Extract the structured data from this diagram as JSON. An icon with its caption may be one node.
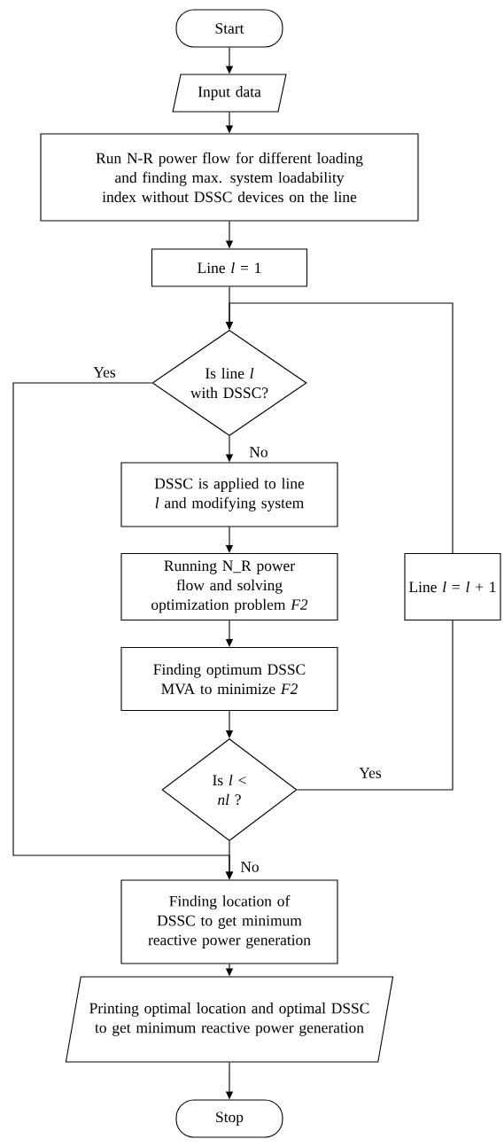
{
  "diagram": {
    "nodes": [
      {
        "text": [
          "Start"
        ]
      },
      {
        "text": [
          "Input data"
        ]
      },
      {
        "text": [
          "Run N-R power flow for different loading and finding max. system loadability index without DSSC devices on the line"
        ]
      },
      {
        "text": [
          "Line *l* = 1"
        ]
      },
      {
        "text": [
          "Is line *l* with DSSC?"
        ]
      },
      {
        "text": [
          "DSSC is applied to line *l* and modifying system"
        ]
      },
      {
        "text": [
          "Running N_R power flow and solving optimization problem *F2*"
        ]
      },
      {
        "text": [
          "Finding optimum DSSC MVA to minimize *F2*"
        ]
      },
      {
        "text": [
          "Is *l* < *nl* ?"
        ]
      },
      {
        "text": [
          "Line *l* = *l*  + 1"
        ]
      },
      {
        "text": [
          "Finding location of DSSC to get minimum reactive power generation"
        ]
      },
      {
        "text": [
          "Printing optimal location and optimal DSSC to get minimum reactive power generation"
        ]
      },
      {
        "text": [
          "Stop"
        ]
      }
    ],
    "edges": [
      {
        "from": 0,
        "to": 1,
        "arrow": "to"
      },
      {
        "from": 1,
        "to": 2,
        "arrow": "to"
      },
      {
        "from": 2,
        "to": 3,
        "arrow": "to"
      },
      {
        "from": 3,
        "to": 4,
        "arrow": "to"
      },
      {
        "from": 4,
        "to": 5,
        "arrow": "to",
        "label": "No"
      },
      {
        "from": 5,
        "to": 6,
        "arrow": "to"
      },
      {
        "from": 6,
        "to": 7,
        "arrow": "to"
      },
      {
        "from": 7,
        "to": 8,
        "arrow": "to"
      },
      {
        "from": 8,
        "to": 9,
        "arrow": "none",
        "label": "Yes"
      },
      {
        "from": 9,
        "to": 4,
        "arrow": "to"
      },
      {
        "from": 4,
        "to": 10,
        "arrow": "to",
        "label": "Yes"
      },
      {
        "from": 8,
        "to": 10,
        "arrow": "to",
        "label": "No"
      },
      {
        "from": 10,
        "to": 11,
        "arrow": "to"
      },
      {
        "from": 11,
        "to": 12,
        "arrow": "to"
      }
    ]
  }
}
